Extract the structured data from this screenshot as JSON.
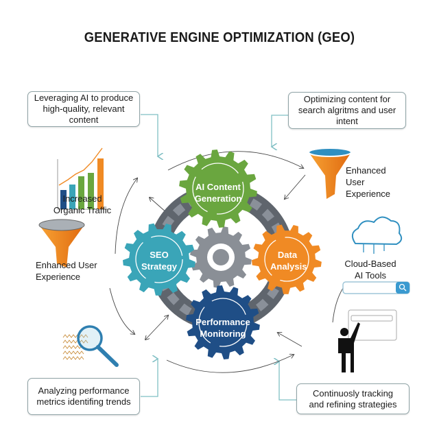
{
  "title": "GENERATIVE ENGINE OPTIMIZATION (GEO)",
  "callouts": {
    "top_left": "Leveraging AI to produce high-quality, relevant content",
    "top_right": "Optimizing content for search algritms and user intent",
    "bottom_left": "Analyzing performance metrics identifing trends",
    "bottom_right": "Continuosly tracking and refining strategies"
  },
  "labels": {
    "traffic": "Increased Organic Traffic",
    "ux_right": "Enhanced User Experience",
    "ux_left": "Enhanced User Experience",
    "cloud": "Cloud-Based AI Tools"
  },
  "gears": [
    {
      "id": "ai-content-generation",
      "label": "AI Content Generation",
      "color": "#6aa63f"
    },
    {
      "id": "seo-strategy",
      "label": "SEO Strategy",
      "color": "#3aa5b8"
    },
    {
      "id": "data-analysis",
      "label": "Data Analysis",
      "color": "#f08a24"
    },
    {
      "id": "performance-monitoring",
      "label": "Performance Monitoring",
      "color": "#1f4e86"
    }
  ],
  "colors": {
    "connector": "#7fbfc4",
    "arrow": "#444444",
    "hub": "#8a8f96"
  }
}
